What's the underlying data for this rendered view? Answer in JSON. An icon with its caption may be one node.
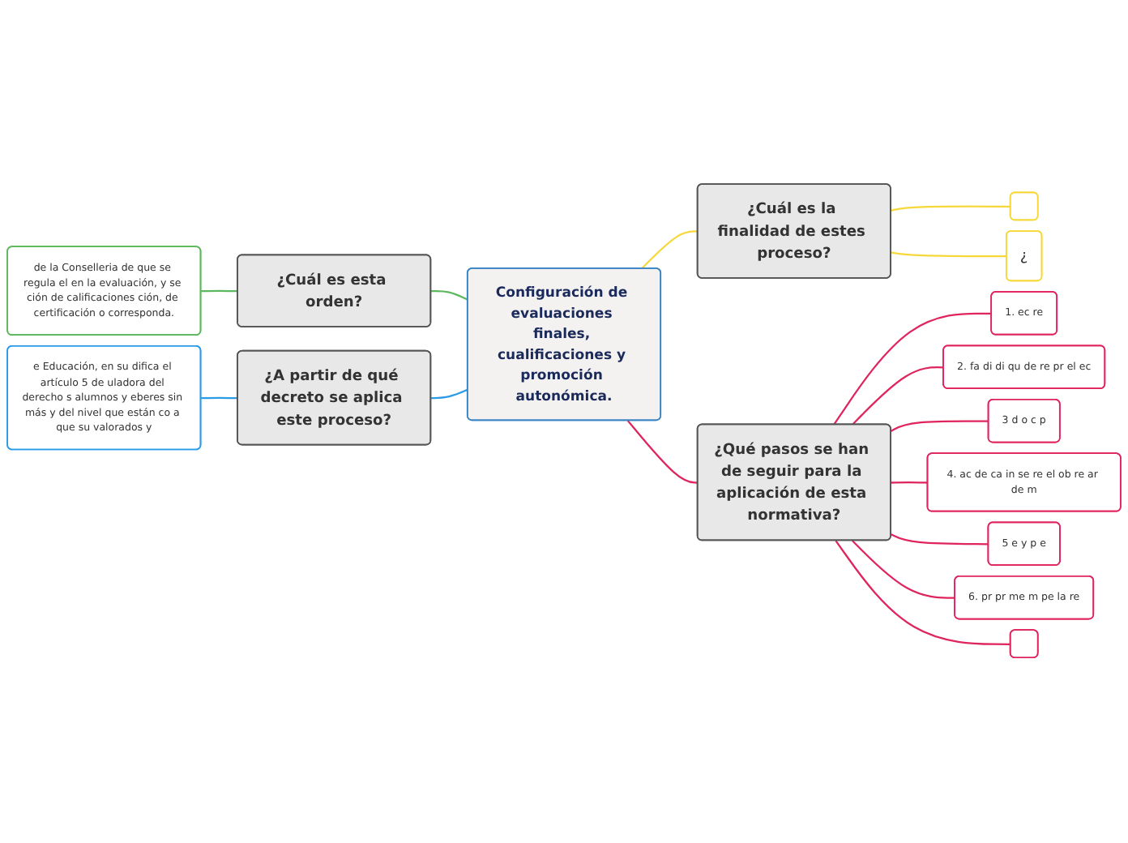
{
  "diagram": {
    "nodes": [
      {
        "text": [
          "Configuración de evaluaciones finales, cualificaciones y promoción autonómica."
        ]
      },
      {
        "text": [
          "¿Cuál es la finalidad de estes proceso?"
        ]
      },
      {
        "text": [],
        "shape": "box"
      },
      {
        "text": [
          "¿"
        ]
      },
      {
        "text": [
          "¿Qué pasos se han de seguir para la aplicación de esta normativa?"
        ]
      },
      {
        "text": [
          "1. ec re"
        ]
      },
      {
        "text": [
          "2. fa di di qu de re pr el ec"
        ]
      },
      {
        "text": [
          "3 d o c p"
        ]
      },
      {
        "text": [
          "4. ac de ca in se re el ob re ar de m"
        ]
      },
      {
        "text": [
          "5 e y p e"
        ]
      },
      {
        "text": [
          "6. pr pr me m pe la re"
        ]
      },
      {
        "text": [],
        "shape": "box"
      },
      {
        "text": [
          "¿Cuál es esta orden?"
        ]
      },
      {
        "text": [
          "de la Conselleria de que se regula el en la evaluación, y se ción de calificaciones ción, de certificación o corresponda."
        ]
      },
      {
        "text": [
          "¿A partir de qué decreto se aplica este proceso?"
        ]
      },
      {
        "text": [
          "e Educación, en su difica el artículo 5 de uladora del derecho s alumnos y eberes sin más y del nivel que están co a que su valorados y"
        ]
      }
    ],
    "edges": [
      {
        "from": 0,
        "to": 1,
        "arrow": "none",
        "color": "#f7d83b"
      },
      {
        "from": 1,
        "to": 2,
        "arrow": "none",
        "color": "#f7d83b"
      },
      {
        "from": 1,
        "to": 3,
        "arrow": "none",
        "color": "#f7d83b"
      },
      {
        "from": 0,
        "to": 4,
        "arrow": "none"
      },
      {
        "from": 4,
        "to": 5,
        "arrow": "none"
      },
      {
        "from": 4,
        "to": 6,
        "arrow": "none"
      },
      {
        "from": 4,
        "to": 7,
        "arrow": "none"
      },
      {
        "from": 4,
        "to": 8,
        "arrow": "none"
      },
      {
        "from": 4,
        "to": 9,
        "arrow": "none"
      },
      {
        "from": 4,
        "to": 10,
        "arrow": "none"
      },
      {
        "from": 4,
        "to": 11,
        "arrow": "none"
      },
      {
        "from": 0,
        "to": 12,
        "arrow": "none",
        "color": "#5cb85c"
      },
      {
        "from": 12,
        "to": 13,
        "arrow": "none",
        "color": "#5cb85c"
      },
      {
        "from": 0,
        "to": 14,
        "arrow": "none",
        "color": "#2b9be8"
      },
      {
        "from": 14,
        "to": 15,
        "arrow": "none",
        "color": "#2b9be8"
      }
    ]
  }
}
